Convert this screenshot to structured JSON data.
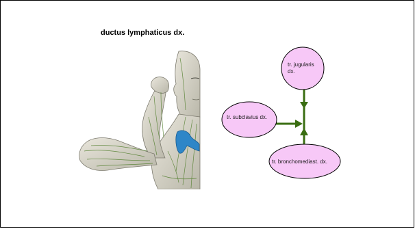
{
  "slide": {
    "title": "ductus lymphaticus dx."
  },
  "diagram": {
    "nodes": {
      "jugularis": "tr. jugularis dx.",
      "subclavius": "tr. subclavius dx.",
      "bronchomediast": "tr. bronchomediast. dx."
    },
    "colors": {
      "node_fill": "#F7C8F7",
      "node_stroke": "#000000",
      "arrow": "#3A6E12",
      "duct": "#2E86C8"
    }
  }
}
